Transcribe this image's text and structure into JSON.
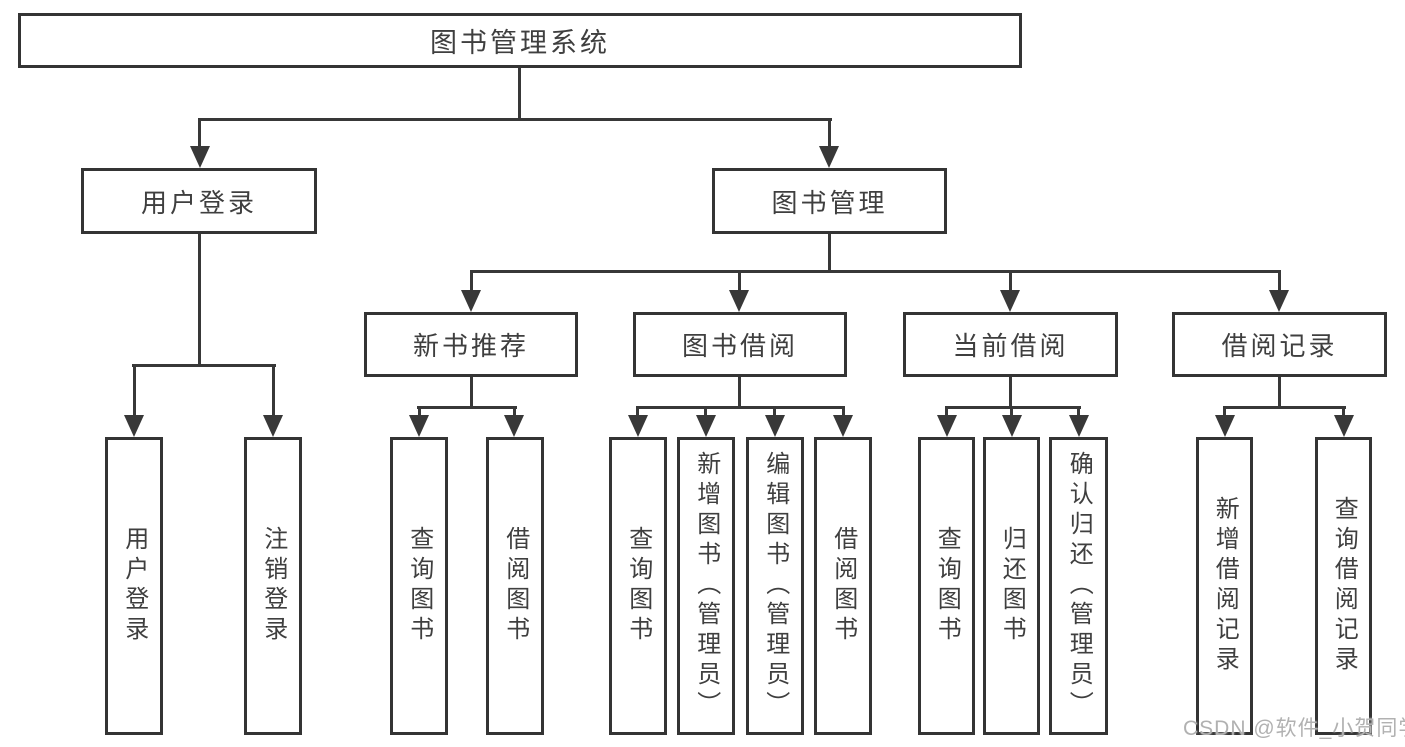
{
  "diagram": {
    "root": {
      "label": "图书管理系统"
    },
    "branches": [
      {
        "label": "用户登录",
        "children": [
          {
            "label": "用户登录"
          },
          {
            "label": "注销登录"
          }
        ]
      },
      {
        "label": "图书管理",
        "children": [
          {
            "label": "新书推荐",
            "children": [
              {
                "label": "查询图书"
              },
              {
                "label": "借阅图书"
              }
            ]
          },
          {
            "label": "图书借阅",
            "children": [
              {
                "label": "查询图书"
              },
              {
                "label": "新增图书（管理员）"
              },
              {
                "label": "编辑图书（管理员）"
              },
              {
                "label": "借阅图书"
              }
            ]
          },
          {
            "label": "当前借阅",
            "children": [
              {
                "label": "查询图书"
              },
              {
                "label": "归还图书"
              },
              {
                "label": "确认归还（管理员）"
              }
            ]
          },
          {
            "label": "借阅记录",
            "children": [
              {
                "label": "新增借阅记录"
              },
              {
                "label": "查询借阅记录"
              }
            ]
          }
        ]
      }
    ]
  },
  "watermark": {
    "text": "CSDN @软件_小贺同学",
    "color": "#b1b1b1"
  },
  "colors": {
    "background": "#ffffff",
    "box_border": "#343434",
    "text": "#3f3f3f",
    "connector": "#383838"
  }
}
